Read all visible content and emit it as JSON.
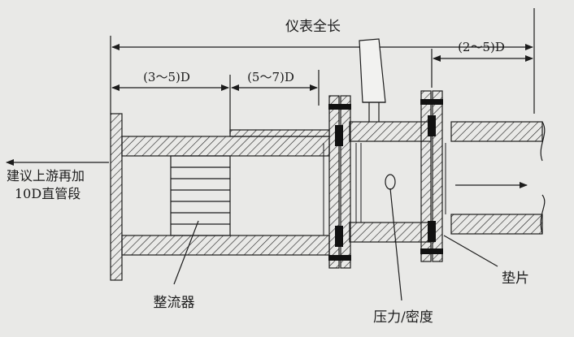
{
  "figure": {
    "total_length_label": "仪表全长",
    "upstream_range_1": "(3～5)D",
    "upstream_range_2": "(5～7)D",
    "downstream_range": "(2～5)D",
    "upstream_note_line1": "建议上游再加",
    "upstream_note_line2": "10D直管段",
    "flow_conditioner": "整流器",
    "pressure_density": "压力/密度",
    "gasket": "垫片"
  },
  "colors": {
    "background": "#e9e9e7",
    "line": "#1c1c1c",
    "gasket_fill": "#111111"
  }
}
